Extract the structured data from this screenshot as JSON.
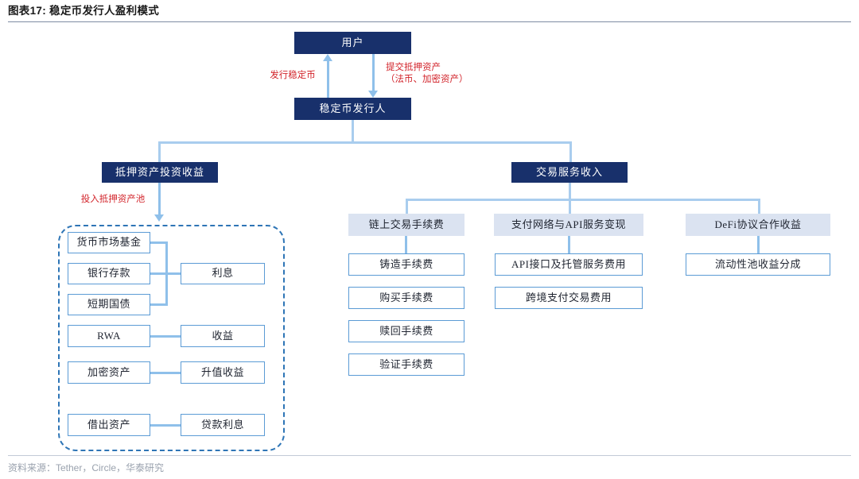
{
  "header": {
    "title": "图表17: 稳定币发行人盈利模式"
  },
  "footer": {
    "source": "资料来源：Tether，Circle，华泰研究"
  },
  "colors": {
    "navy": "#18306b",
    "light_blue_fill": "#dbe3f1",
    "connector_blue": "#8fc0ea",
    "box_border_blue": "#5b9bd5",
    "dashed_blue": "#2e75b6",
    "annotation_red": "#d2232a"
  },
  "diagram": {
    "type": "flowchart",
    "nodes": {
      "user": "用户",
      "issuer": "稳定币发行人",
      "branch_left": "抵押资产投资收益",
      "branch_right": "交易服务收入",
      "sub_onchain_fee": "链上交易手续费",
      "sub_api": "支付网络与API服务变现",
      "sub_defi": "DeFi协议合作收益"
    },
    "annotations": {
      "issue_stablecoin": "发行稳定币",
      "submit_collateral_line1": "提交抵押资产",
      "submit_collateral_line2": "（法币、加密资产）",
      "into_pool": "投入抵押资产池"
    },
    "collateral_pool": {
      "assets": [
        "货币市场基金",
        "银行存款",
        "短期国债",
        "RWA",
        "加密资产",
        "借出资产"
      ],
      "returns": [
        "利息",
        "收益",
        "升值收益",
        "贷款利息"
      ]
    },
    "onchain_fee_items": [
      "铸造手续费",
      "购买手续费",
      "赎回手续费",
      "验证手续费"
    ],
    "api_items": [
      "API接口及托管服务费用",
      "跨境支付交易费用"
    ],
    "defi_items": [
      "流动性池收益分成"
    ]
  }
}
